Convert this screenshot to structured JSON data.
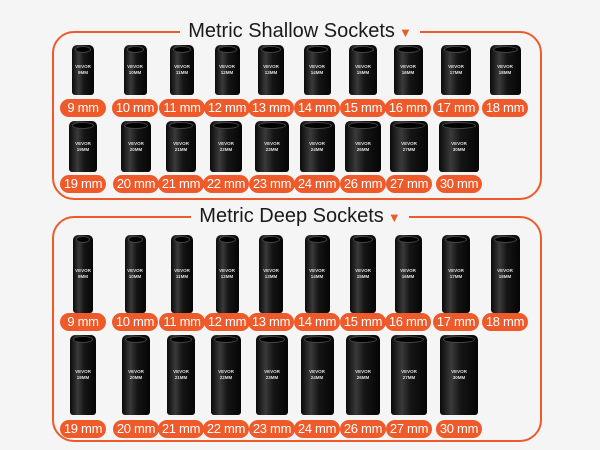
{
  "accent": "#ee5a2a",
  "brand_engraving": "VEVOR",
  "shallow": {
    "title": "Metric Shallow Sockets",
    "arrow": "▼",
    "row1": [
      "9 mm",
      "10 mm",
      "11 mm",
      "12 mm",
      "13 mm",
      "14 mm",
      "15 mm",
      "16 mm",
      "17 mm",
      "18 mm"
    ],
    "row2": [
      "19 mm",
      "20 mm",
      "21 mm",
      "22 mm",
      "23 mm",
      "24 mm",
      "26 mm",
      "27 mm",
      "30 mm"
    ]
  },
  "deep": {
    "title": "Metric Deep Sockets",
    "arrow": "▼",
    "row1": [
      "9 mm",
      "10 mm",
      "11 mm",
      "12 mm",
      "13 mm",
      "14 mm",
      "15 mm",
      "16 mm",
      "17 mm",
      "18 mm"
    ],
    "row2": [
      "19 mm",
      "20 mm",
      "21 mm",
      "22 mm",
      "23 mm",
      "24 mm",
      "26 mm",
      "27 mm",
      "30 mm"
    ]
  }
}
